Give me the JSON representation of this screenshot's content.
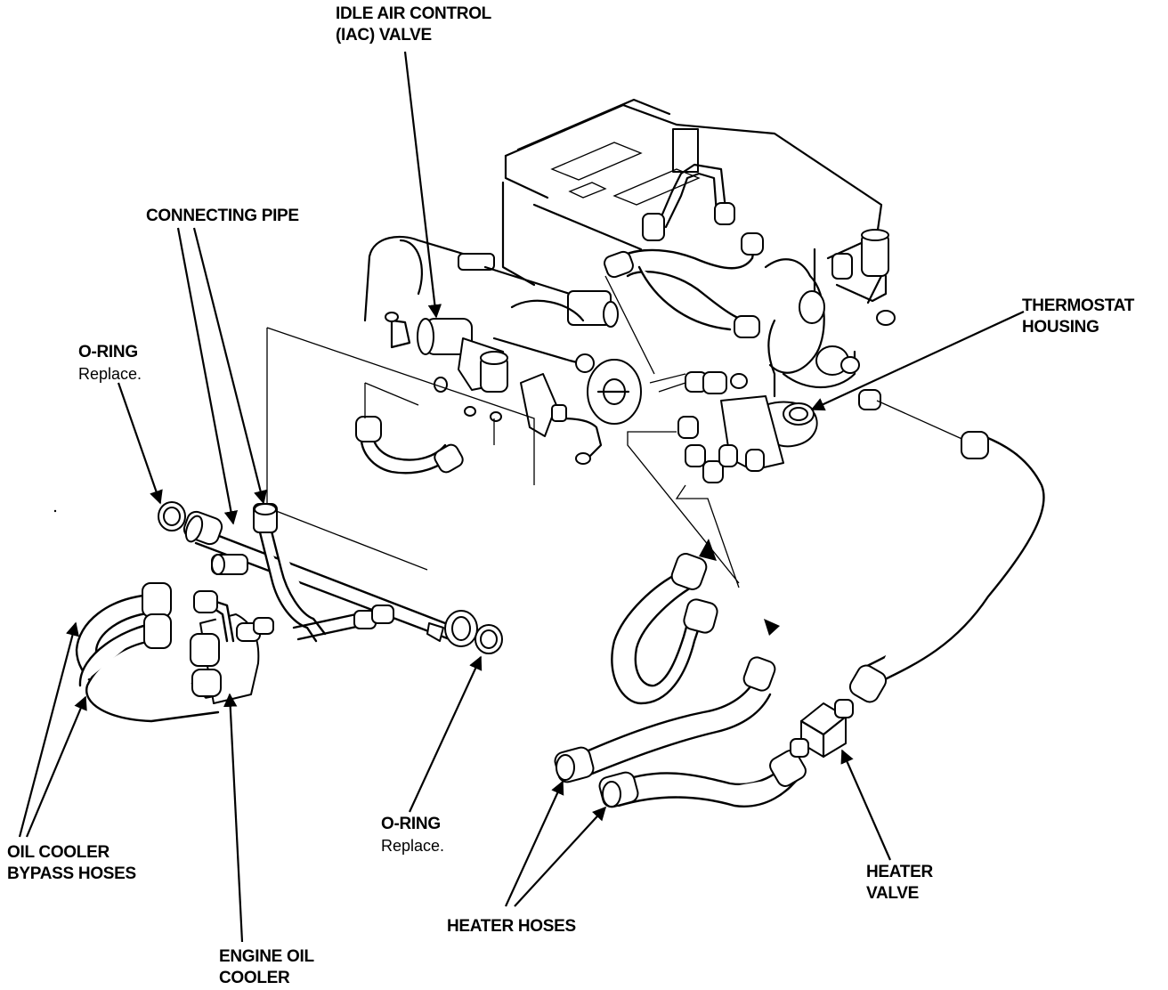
{
  "labels": {
    "iac_valve": [
      "IDLE AIR CONTROL",
      "(IAC) VALVE"
    ],
    "connecting_pipe": "CONNECTING PIPE",
    "o_ring_left": {
      "title": "O-RING",
      "note": "Replace."
    },
    "o_ring_right": {
      "title": "O-RING",
      "note": "Replace."
    },
    "thermostat_housing": [
      "THERMOSTAT",
      "HOUSING"
    ],
    "oil_cooler_bypass_hoses": [
      "OIL COOLER",
      "BYPASS HOSES"
    ],
    "engine_oil_cooler": [
      "ENGINE OIL",
      "COOLER"
    ],
    "heater_hoses": "HEATER HOSES",
    "heater_valve": [
      "HEATER",
      "VALVE"
    ]
  },
  "colors": {
    "ink": "#000000",
    "paper": "#ffffff"
  }
}
